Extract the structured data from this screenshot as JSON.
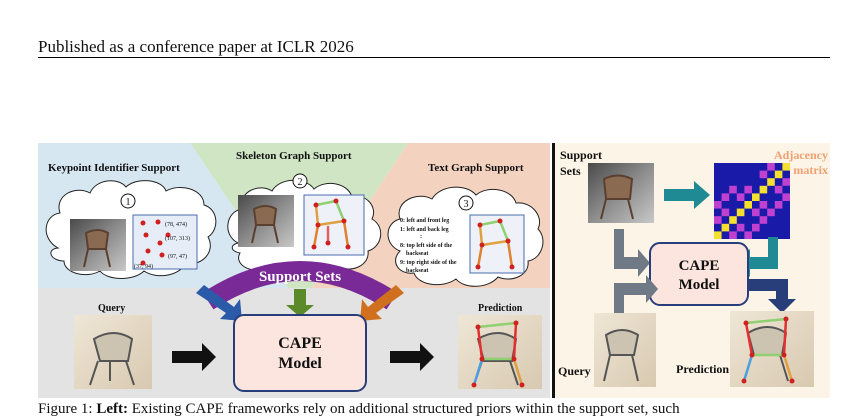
{
  "header": {
    "text": "Published as a conference paper at ICLR 2026"
  },
  "left_panel": {
    "sections": [
      {
        "title": "Keypoint Identifier Support",
        "number": "1"
      },
      {
        "title": "Skeleton Graph Support",
        "number": "2"
      },
      {
        "title": "Text Graph Support",
        "number": "3"
      }
    ],
    "keypoint_coords": [
      "(78, 474)",
      "(107, 313)",
      "(97, 47)",
      "(37, 94)"
    ],
    "text_graph_lines": [
      "0: left and front leg",
      "1: left and back leg",
      ":",
      "8: top left side of the",
      "backseat",
      "9: top right side of the",
      "backseat"
    ],
    "support_sets_label": "Support Sets",
    "query_label": "Query",
    "prediction_label": "Prediction",
    "model_line1": "CAPE",
    "model_line2": "Model"
  },
  "right_panel": {
    "support_line1": "Support",
    "support_line2": "Sets",
    "adjacency_line1": "Adjacency",
    "adjacency_line2": "matrix",
    "model_line1": "CAPE",
    "model_line2": "Model",
    "query_label": "Query",
    "prediction_label": "Prediction"
  },
  "caption": {
    "prefix": "Figure 1: ",
    "bold": "Left:",
    "text": " Existing CAPE frameworks rely on additional structured priors within the support set, such"
  },
  "colors": {
    "keypoint_bg": "#d6e7f1",
    "skeleton_bg": "#cfe5c4",
    "text_bg": "#f3d3c0",
    "bottom_bg": "#e3e3e3",
    "right_bg": "#fcf4e6",
    "arc_purple": "#7a2a96",
    "teal": "#1f8a94",
    "navy": "#283e7a",
    "model_box": "#fbe5de",
    "adjacency_text": "#f0a070"
  }
}
